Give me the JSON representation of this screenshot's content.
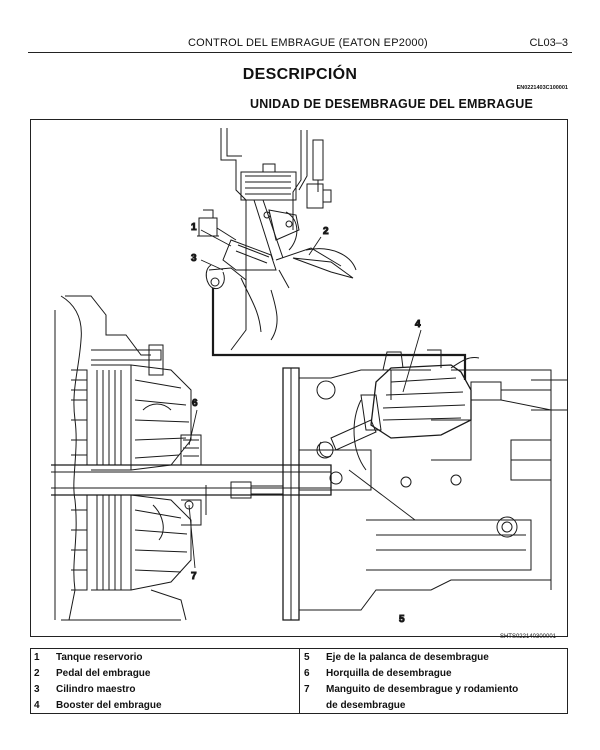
{
  "header": {
    "running_title": "CONTROL DEL EMBRAGUE (EATON EP2000)",
    "page_number": "CL03–3"
  },
  "section": {
    "title": "DESCRIPCIÓN",
    "code": "EN0221403C100001",
    "subtitle": "UNIDAD DE DESEMBRAGUE DEL EMBRAGUE"
  },
  "figure": {
    "code": "SHTS022140300001",
    "callouts": [
      "1",
      "2",
      "3",
      "4",
      "5",
      "6",
      "7"
    ]
  },
  "legend": {
    "items": [
      {
        "num": "1",
        "text": "Tanque reservorio"
      },
      {
        "num": "2",
        "text": "Pedal del embrague"
      },
      {
        "num": "3",
        "text": "Cilindro maestro"
      },
      {
        "num": "4",
        "text": "Booster del embrague"
      },
      {
        "num": "5",
        "text": "Eje de la palanca de desembrague"
      },
      {
        "num": "6",
        "text": "Horquilla de desembrague"
      },
      {
        "num": "7",
        "text": "Manguito de desembrague y rodamiento"
      }
    ],
    "item7_continuation": "de desembrague"
  }
}
